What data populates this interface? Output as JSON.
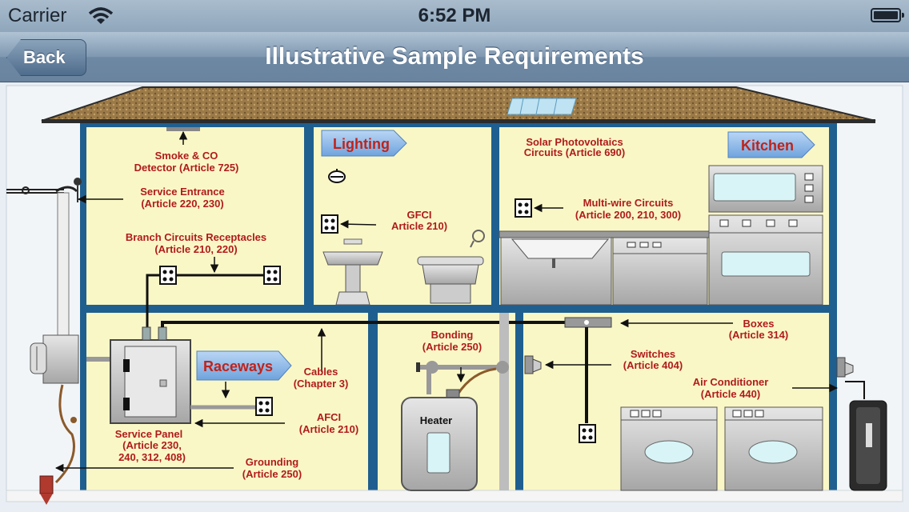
{
  "status_bar": {
    "carrier": "Carrier",
    "time": "6:52 PM"
  },
  "nav": {
    "back_label": "Back",
    "title": "Illustrative Sample Requirements"
  },
  "diagram": {
    "room_tags": {
      "lighting": "Lighting",
      "kitchen": "Kitchen",
      "raceways": "Raceways"
    },
    "labels": {
      "smoke_1": "Smoke & CO",
      "smoke_2": "Detector (Article 725)",
      "service_entrance_1": "Service Entrance",
      "service_entrance_2": "(Article 220, 230)",
      "branch_1": "Branch Circuits Receptacles",
      "branch_2": "(Article 210, 220)",
      "gfci_1": "GFCI",
      "gfci_2": "Article 210)",
      "solar_1": "Solar Photovoltaics",
      "solar_2": "Circuits (Article 690)",
      "multiwire_1": "Multi-wire Circuits",
      "multiwire_2": "(Article 200, 210, 300)",
      "cables_1": "Cables",
      "cables_2": "(Chapter 3)",
      "afci_1": "AFCI",
      "afci_2": "(Article 210)",
      "service_panel_1": "Service Panel",
      "service_panel_2": "(Article 230,",
      "service_panel_3": "240, 312, 408)",
      "grounding_1": "Grounding",
      "grounding_2": "(Article 250)",
      "bonding_1": "Bonding",
      "bonding_2": "(Article 250)",
      "heater": "Heater",
      "boxes_1": "Boxes",
      "boxes_2": "(Article 314)",
      "switches_1": "Switches",
      "switches_2": "(Article 404)",
      "ac_1": "Air Conditioner",
      "ac_2": "(Article 440)"
    }
  },
  "colors": {
    "wall": "#1f5f8f",
    "room": "#faf7c6",
    "label": "#b01b1b",
    "tag": "#c0231b",
    "nav": "#6d88a3"
  },
  "icons": [
    "wifi-icon",
    "battery-icon",
    "back-chevron-icon"
  ]
}
